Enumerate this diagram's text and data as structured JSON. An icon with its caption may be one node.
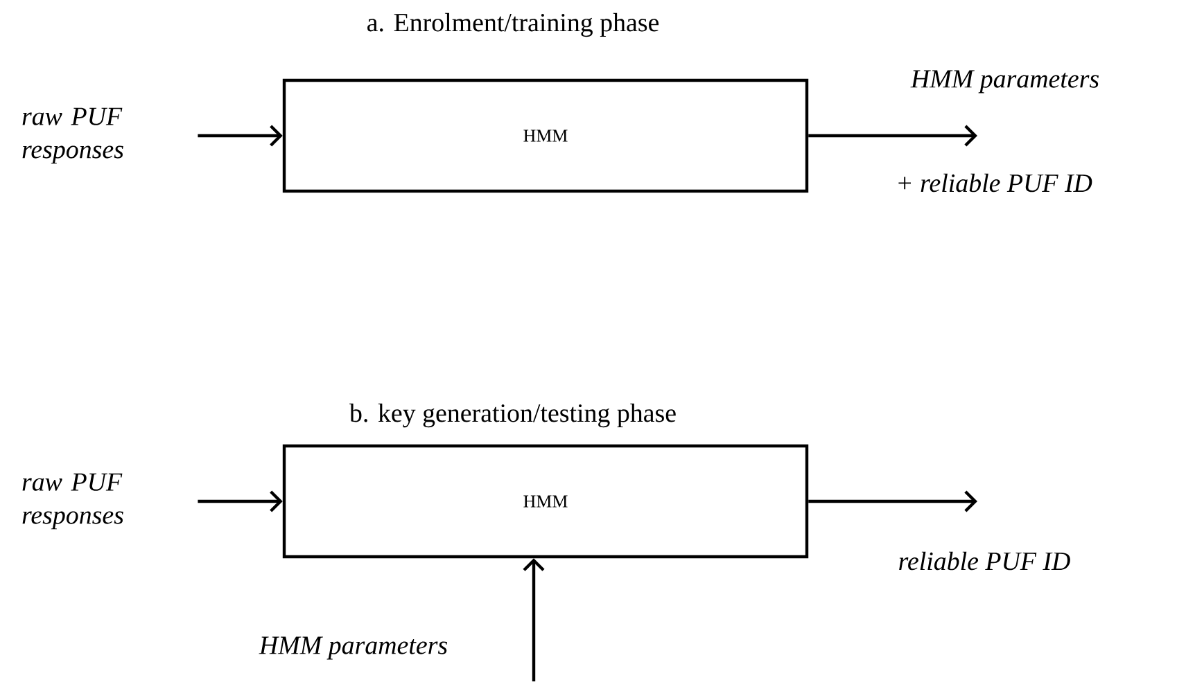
{
  "diagram": {
    "nodes": [
      {
        "text": [
          "raw PUF responses"
        ]
      },
      {
        "text": [
          "HMM"
        ]
      },
      {
        "text": [
          "raw PUF responses"
        ]
      },
      {
        "text": [
          "HMM"
        ]
      }
    ],
    "edges": [
      {
        "from": 0,
        "to": 1,
        "arrow": "to"
      },
      {
        "from": 1,
        "to": null,
        "arrow": "to"
      },
      {
        "from": 2,
        "to": 3,
        "arrow": "to"
      },
      {
        "from": 3,
        "to": null,
        "arrow": "to"
      },
      {
        "from": null,
        "to": 3,
        "arrow": "to"
      }
    ],
    "labels": [
      "a. Enrolment/training phase",
      "HMM parameters",
      "+ reliable PUF ID",
      "b. key generation/testing phase",
      "reliable PUF ID",
      "HMM parameters"
    ]
  }
}
